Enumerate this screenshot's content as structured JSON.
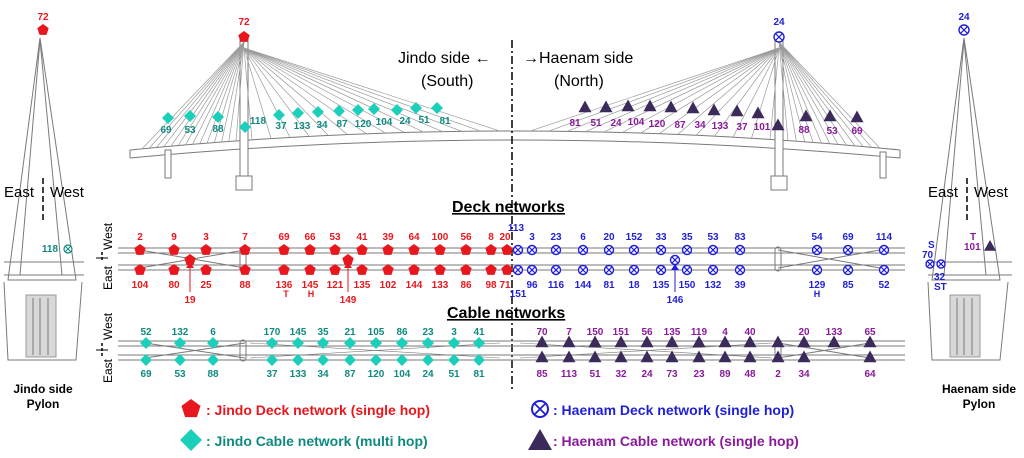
{
  "colors": {
    "jindo_deck": "#e8171e",
    "haenam_deck": "#1f1fd6",
    "jindo_cable": "#1bcfbb",
    "jindo_cable_text": "#0f8a80",
    "haenam_cable": "#3b2a5a",
    "haenam_cable_text": "#8a1a9b",
    "structure": "#7a7a7a"
  },
  "labels": {
    "jindo_side": "Jindo side ←",
    "jindo_south": "(South)",
    "haenam_side": "→Haenam side",
    "haenam_north": "(North)",
    "deck_networks": "Deck networks",
    "cable_networks": "Cable networks",
    "east": "East",
    "west": "West",
    "jindo_pylon_1": "Jindo side",
    "jindo_pylon_2": "Pylon",
    "haenam_pylon_1": "Haenam side",
    "haenam_pylon_2": "Pylon"
  },
  "legend": [
    {
      "shape": "pentagon",
      "text": ": Jindo Deck network (single hop)"
    },
    {
      "shape": "diamond",
      "text": ": Jindo Cable network (multi hop)"
    },
    {
      "shape": "crosscircle",
      "text": ": Haenam Deck network (single hop)"
    },
    {
      "shape": "triangle",
      "text": ": Haenam Cable network (single hop)"
    }
  ],
  "top_pylon": {
    "jindo_label": "72",
    "haenam_label": "24",
    "left_diamonds": [
      "69",
      "53",
      "88",
      "118",
      "37",
      "133",
      "34",
      "87",
      "120",
      "104",
      "24",
      "51",
      "81"
    ],
    "right_triangles": [
      "81",
      "51",
      "24",
      "104",
      "120",
      "87",
      "34",
      "133",
      "37",
      "101",
      "88",
      "53",
      "69"
    ]
  },
  "side_pylon": {
    "jindo_top": "72",
    "jindo_sensor": "118",
    "haenam_top": "24",
    "haenam_labels": [
      "S",
      "70",
      "32",
      "ST",
      "T",
      "101"
    ]
  },
  "deck": {
    "jindo_top": [
      "2",
      "9",
      "3",
      "7",
      "69",
      "66",
      "53",
      "41",
      "39",
      "64",
      "100",
      "56",
      "8",
      "20"
    ],
    "jindo_bottom": [
      "104",
      "80",
      "25",
      "88",
      "136",
      "145",
      "121",
      "135",
      "102",
      "144",
      "133",
      "86",
      "98",
      "71"
    ],
    "jindo_sub": [
      "T",
      "H"
    ],
    "jindo_callouts": [
      "19",
      "149"
    ],
    "haenam_top": [
      "113",
      "3",
      "23",
      "6",
      "20",
      "152",
      "33",
      "35",
      "53",
      "83",
      "54",
      "69",
      "114"
    ],
    "haenam_bottom": [
      "151",
      "96",
      "116",
      "144",
      "81",
      "18",
      "135",
      "150",
      "132",
      "39",
      "129",
      "85",
      "52"
    ],
    "haenam_sub": [
      "H"
    ],
    "haenam_callouts": [
      "146"
    ]
  },
  "cable": {
    "jindo_top": [
      "52",
      "132",
      "6",
      "170",
      "145",
      "35",
      "21",
      "105",
      "86",
      "23",
      "3",
      "41"
    ],
    "jindo_bottom": [
      "69",
      "53",
      "88",
      "37",
      "133",
      "34",
      "87",
      "120",
      "104",
      "24",
      "51",
      "81"
    ],
    "haenam_top": [
      "70",
      "7",
      "150",
      "151",
      "56",
      "135",
      "119",
      "4",
      "40",
      "20",
      "133",
      "65"
    ],
    "haenam_bottom": [
      "85",
      "113",
      "51",
      "32",
      "24",
      "73",
      "23",
      "89",
      "48",
      "2",
      "34",
      "64"
    ]
  }
}
